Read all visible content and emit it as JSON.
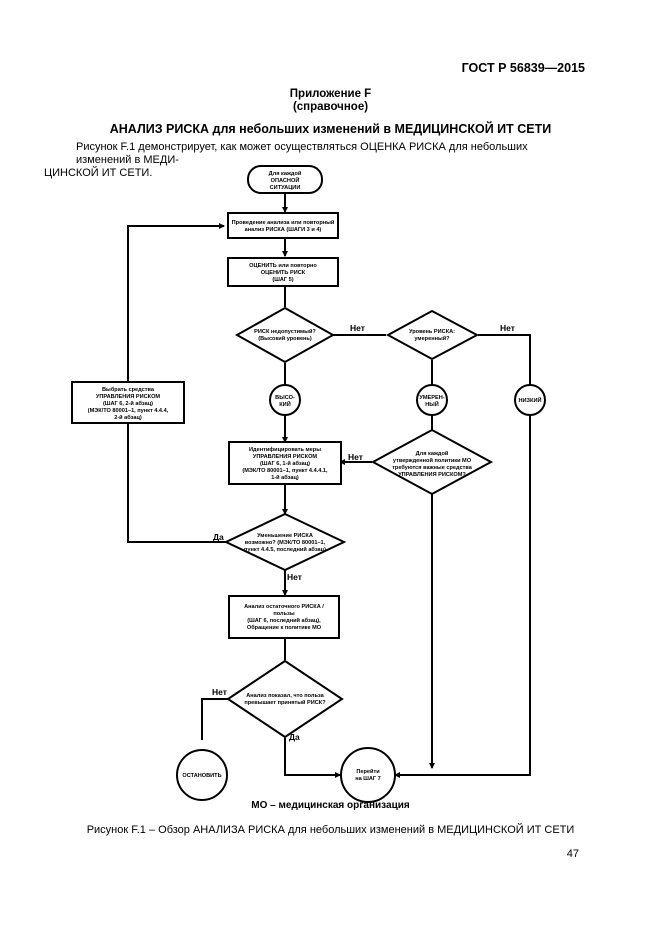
{
  "header": {
    "doc_id": "ГОСТ Р 56839—2015",
    "appendix_title": "Приложение F",
    "appendix_note": "(справочное)",
    "section_heading": "АНАЛИЗ РИСКА для небольших изменений в МЕДИЦИНСКОЙ ИТ СЕТИ",
    "intro_line1": "Рисунок F.1 демонстрирует, как может осуществляться ОЦЕНКА РИСКА для небольших изменений в МЕДИ-",
    "intro_line2": "ЦИНСКОЙ ИТ СЕТИ."
  },
  "flowchart": {
    "start": [
      "Для каждой",
      "ОПАСНОЙ",
      "СИТУАЦИИ"
    ],
    "box_analysis": [
      "Проведение анализа или повторный",
      "анализ РИСКА (ШАГИ 3 и 4)"
    ],
    "box_evaluate": [
      "ОЦЕНИТЬ или повторно",
      "ОЦЕНИТЬ РИСК",
      "(ШАГ 5)"
    ],
    "decision_acceptable": [
      "РИСК недопустимый?",
      "(Высокий уровень)"
    ],
    "decision_level": [
      "Уровень РИСКА:",
      "умеренный?"
    ],
    "circle_high": [
      "ВЫСО-",
      "КИЙ"
    ],
    "circle_medium": [
      "УМЕРЕН-",
      "НЫЙ"
    ],
    "circle_low": [
      "НИЗКИЙ"
    ],
    "box_select_controls": [
      "Выбрать средства",
      "УПРАВЛЕНИЯ РИСКОМ",
      "(ШАГ 6, 2-й абзац)",
      "(МЭК/ТО 80001–1, пункт 4.4.4,",
      "2-й абзац)"
    ],
    "box_implement_controls": [
      "Идентифицировать меры",
      "УПРАВЛЕНИЯ РИСКОМ",
      "(ШАГ 6, 1-й абзац)",
      "(МЭК/ТО 80001–1, пункт 4.4.4.1,",
      "1-й абзац)"
    ],
    "decision_policy": [
      "Для каждой",
      "утвержденной политики МО",
      "требуются важные средства",
      "УПРАВЛЕНИЯ РИСКОМ?"
    ],
    "decision_reduced": [
      "Уменьшение РИСКА",
      "возможно? (МЭК/ТО 80001–1,",
      "пункт 4.4.5, последний абзац)"
    ],
    "box_residual": [
      "Анализ остаточного РИСКА /",
      "пользы",
      "(ШАГ 6, последний абзац),",
      "Обращение к политике МО"
    ],
    "decision_benefit": [
      "Анализ показал, что польза",
      "превышает принятый РИСК?"
    ],
    "circle_stop": [
      "ОСТАНОВИТЬ"
    ],
    "circle_goto": [
      "Перейти",
      "на ШАГ 7"
    ],
    "label_no": "Нет",
    "label_yes": "Да"
  },
  "legend": "МО – медицинская организация",
  "caption": "Рисунок F.1 – Обзор АНАЛИЗА РИСКА для небольших изменений в МЕДИЦИНСКОЙ ИТ СЕТИ",
  "page_number": "47"
}
